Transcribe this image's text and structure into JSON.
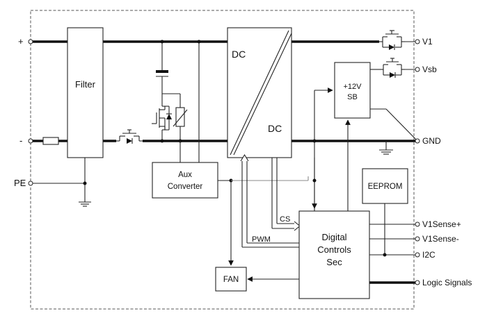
{
  "blocks": {
    "filter": "Filter",
    "dc_in": "DC",
    "dc_out": "DC",
    "standby_line1": "+12V",
    "standby_line2": "SB",
    "aux_line1": "Aux",
    "aux_line2": "Converter",
    "eeprom": "EEPROM",
    "digital_line1": "Digital",
    "digital_line2": "Controls",
    "digital_line3": "Sec",
    "fan": "FAN"
  },
  "inputs": {
    "plus": "+",
    "minus": "-",
    "pe": "PE"
  },
  "outputs": {
    "v1": "V1",
    "vsb": "Vsb",
    "gnd": "GND",
    "v1sense_plus": "V1Sense+",
    "v1sense_minus": "V1Sense-",
    "i2c": "I2C",
    "logic": "Logic Signals"
  },
  "signals": {
    "cs": "CS",
    "pwm": "PWM"
  }
}
